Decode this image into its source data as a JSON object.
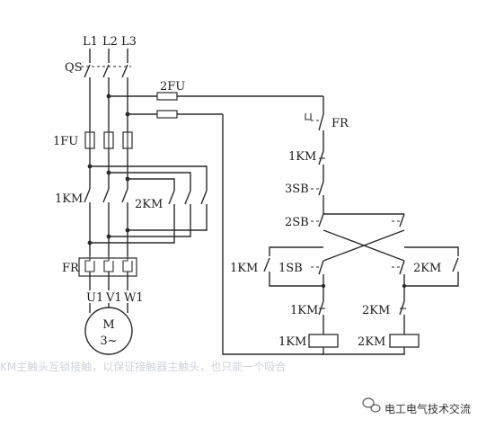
{
  "labels": {
    "L1": "L1",
    "L2": "L2",
    "L3": "L3",
    "QS": "QS",
    "FU2": "2FU",
    "FU1": "1FU",
    "KM1_main": "1KM",
    "KM2_main": "2KM",
    "FR_main": "FR",
    "U1": "U1",
    "V1": "V1",
    "W1": "W1",
    "motor_M": "M",
    "motor_phase": "3~",
    "FR_ctrl": "FR",
    "KM1_ctrl": "1KM",
    "SB3": "3SB",
    "SB2": "2SB",
    "KM1_hold": "1KM",
    "SB1": "1SB",
    "KM2_hold": "2KM",
    "KM1_inter": "1KM",
    "KM2_inter": "2KM",
    "KM1_coil": "1KM",
    "KM2_coil": "2KM"
  },
  "caption": "KM主触头互锁接触，以保证接触器主触头，也只能一个吸合",
  "watermark": "电工电气技术交流",
  "colors": {
    "line": "#2a2a2a",
    "caption": "#cfd3da",
    "wechat": "#5a5a5a"
  }
}
